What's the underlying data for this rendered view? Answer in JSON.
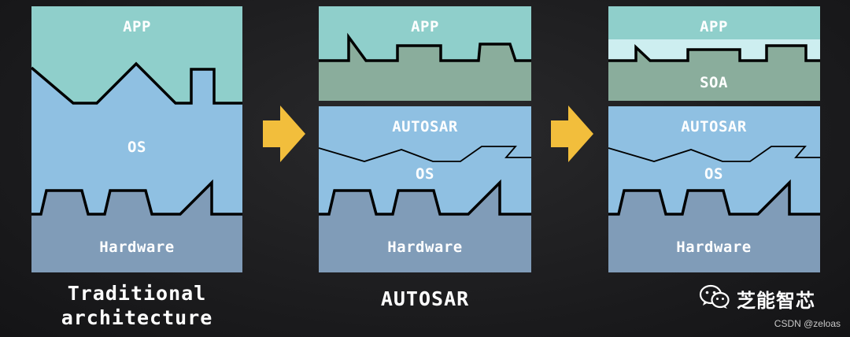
{
  "colors": {
    "app": "#8fcfcb",
    "app_light": "#cdeef0",
    "middleware": "#8aad9c",
    "os": "#8fc0e2",
    "hardware": "#809cb8",
    "arrow": "#f2be3c",
    "outline": "#000000"
  },
  "panels": [
    {
      "app_label": "APP",
      "os_label": "OS",
      "hardware_label": "Hardware",
      "caption": "Traditional architecture"
    },
    {
      "app_label": "APP",
      "autosar_label": "AUTOSAR",
      "os_label": "OS",
      "hardware_label": "Hardware",
      "caption": "AUTOSAR"
    },
    {
      "app_label": "APP",
      "soa_label": "SOA",
      "autosar_label": "AUTOSAR",
      "os_label": "OS",
      "hardware_label": "Hardware"
    }
  ],
  "arrows": [
    {
      "icon": "arrow-right-icon"
    },
    {
      "icon": "arrow-right-icon"
    }
  ],
  "watermark": {
    "icon": "wechat-icon",
    "text": "芝能智芯",
    "site": "CSDN @zeloas"
  }
}
